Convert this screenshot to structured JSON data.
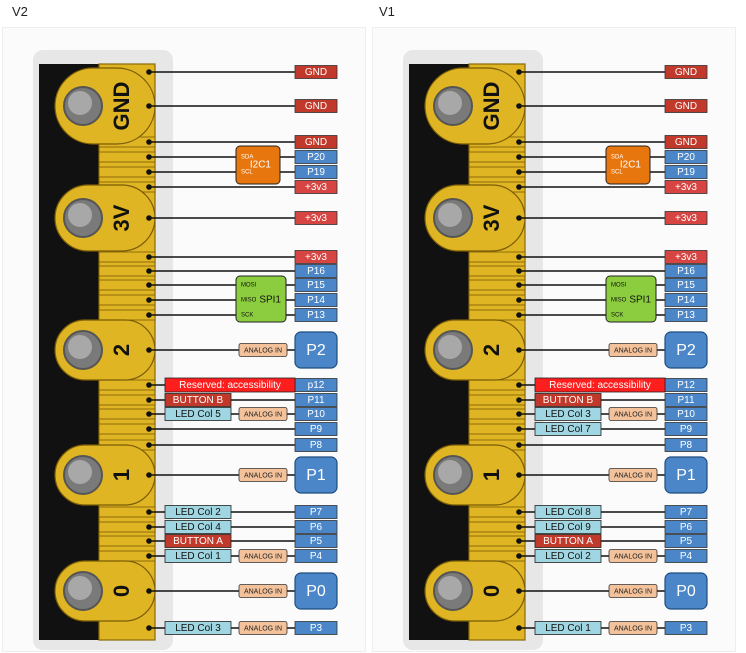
{
  "headings": {
    "v2": "V2",
    "v1": "V1"
  },
  "colors": {
    "gnd": "#c0392b",
    "power": "#d64541",
    "pin": "#4a86c8",
    "analog": "#f4c29a",
    "led": "#9fd6e2",
    "button": "#c0392b",
    "reserved": "#ff1e1e",
    "i2c": "#e8760f",
    "spi": "#8ccd3f",
    "gold": "#e0b523",
    "board": "#111111"
  },
  "boards": [
    {
      "id": "v2",
      "pads": [
        "GND",
        "3V",
        "2",
        "1",
        "0"
      ],
      "labels": {
        "gnd1": "GND",
        "gnd2": "GND",
        "gnd3": "GND",
        "p20": "P20",
        "p19": "P19",
        "v33a": "+3v3",
        "v33b": "+3v3",
        "v33c": "+3v3",
        "p16": "P16",
        "p15": "P15",
        "p14": "P14",
        "p13": "P13",
        "p2": "P2",
        "p12": "p12",
        "p11": "P11",
        "p10": "P10",
        "p9": "P9",
        "p8": "P8",
        "p1": "P1",
        "p7": "P7",
        "p6": "P6",
        "p5": "P5",
        "p4": "P4",
        "p0": "P0",
        "p3": "P3",
        "i2c_name": "I2C1",
        "i2c_sda": "SDA",
        "i2c_scl": "SCL",
        "spi_name": "SPI1",
        "spi_mosi": "MOSI",
        "spi_miso": "MISO",
        "spi_sck": "SCK",
        "analog_in": "ANALOG IN",
        "reserved": "Reserved: accessibility",
        "button_b": "BUTTON B",
        "button_a": "BUTTON A",
        "led_p10": "LED Col 5",
        "led_p9": "",
        "led_p7": "LED Col 2",
        "led_p6": "LED Col 4",
        "led_p4": "LED Col 1",
        "led_p3": "LED Col 3"
      }
    },
    {
      "id": "v1",
      "pads": [
        "GND",
        "3V",
        "2",
        "1",
        "0"
      ],
      "labels": {
        "gnd1": "GND",
        "gnd2": "GND",
        "gnd3": "GND",
        "p20": "P20",
        "p19": "P19",
        "v33a": "+3v3",
        "v33b": "+3v3",
        "v33c": "+3v3",
        "p16": "P16",
        "p15": "P15",
        "p14": "P14",
        "p13": "P13",
        "p2": "P2",
        "p12": "P12",
        "p11": "P11",
        "p10": "P10",
        "p9": "P9",
        "p8": "P8",
        "p1": "P1",
        "p7": "P7",
        "p6": "P6",
        "p5": "P5",
        "p4": "P4",
        "p0": "P0",
        "p3": "P3",
        "i2c_name": "I2C1",
        "i2c_sda": "SDA",
        "i2c_scl": "SCL",
        "spi_name": "SPI1",
        "spi_mosi": "MOSI",
        "spi_miso": "MISO",
        "spi_sck": "SCK",
        "analog_in": "ANALOG IN",
        "reserved": "Reserved: accessibility",
        "button_b": "BUTTON B",
        "button_a": "BUTTON A",
        "led_p10": "LED Col 3",
        "led_p9": "LED Col 7",
        "led_p7": "LED Col 8",
        "led_p6": "LED Col 9",
        "led_p4": "LED Col 2",
        "led_p3": "LED Col 1"
      }
    }
  ]
}
